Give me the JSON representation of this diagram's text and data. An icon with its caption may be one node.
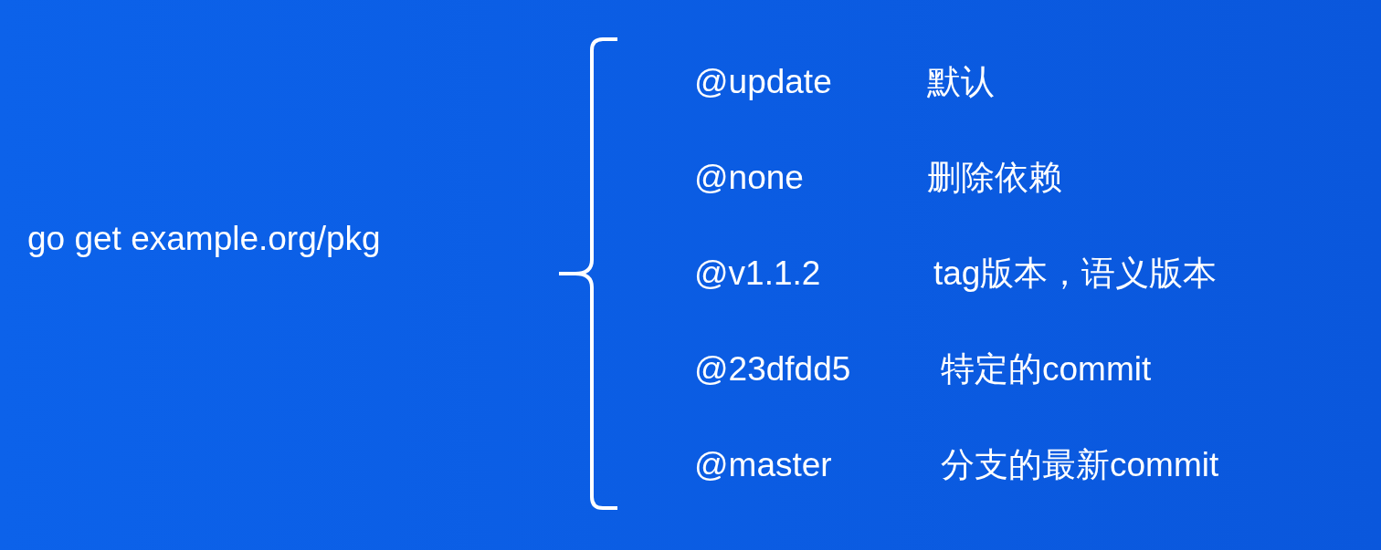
{
  "diagram": {
    "labels": [
      "go get example.org/pkg",
      "@update",
      "默认",
      "@none",
      "删除依赖",
      "@v1.1.2",
      "tag版本，语义版本",
      "@23dfdd5",
      "特定的commit",
      "@master",
      "分支的最新commit"
    ]
  }
}
